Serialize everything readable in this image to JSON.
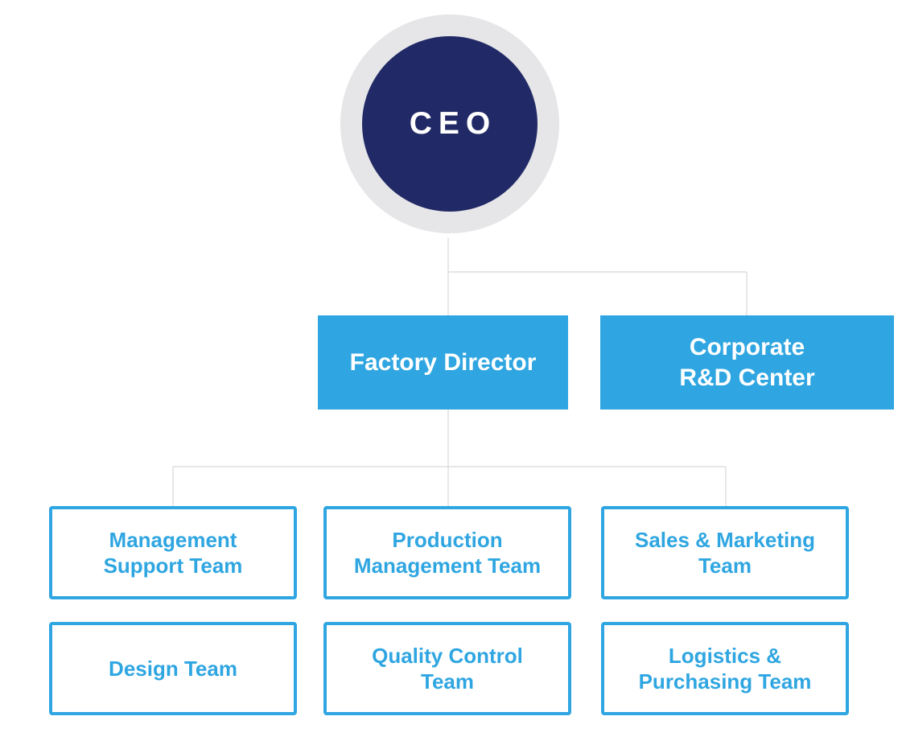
{
  "ceo": {
    "label": "CEO"
  },
  "level1": [
    {
      "line1": "Factory Director",
      "line2": ""
    },
    {
      "line1": "Corporate",
      "line2": "R&D Center"
    }
  ],
  "teams": [
    {
      "line1": "Management",
      "line2": "Support Team"
    },
    {
      "line1": "Production",
      "line2": "Management Team"
    },
    {
      "line1": "Sales & Marketing",
      "line2": "Team"
    },
    {
      "line1": "Design Team",
      "line2": ""
    },
    {
      "line1": "Quality Control",
      "line2": "Team"
    },
    {
      "line1": "Logistics &",
      "line2": "Purchasing Team"
    }
  ],
  "colors": {
    "ceo_fill": "#212a66",
    "ceo_ring": "#e6e6e8",
    "accent": "#2fa6e1",
    "connector": "#d8d8d8"
  }
}
